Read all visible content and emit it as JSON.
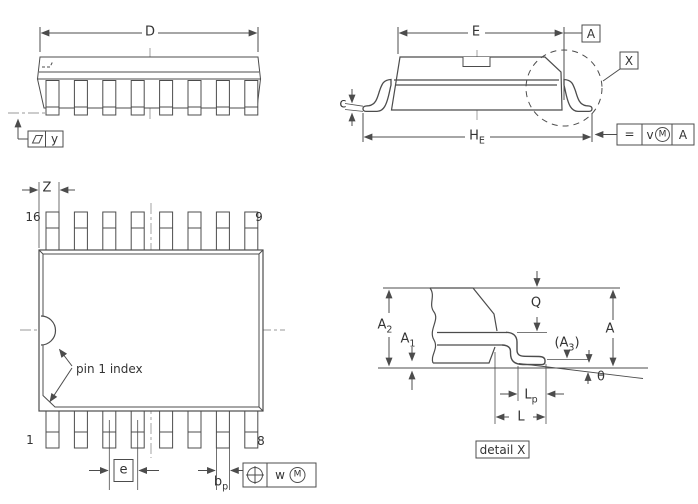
{
  "colors": {
    "background": "#ffffff",
    "line": "#4c4c4c",
    "text": "#333333",
    "centerline": "#999999"
  },
  "side_view": {
    "dim_d": "D",
    "datum_y": "y"
  },
  "end_view": {
    "dim_e": "E",
    "datum_a": "A",
    "detail_ref": "X",
    "dim_c": "c",
    "dim_he": {
      "main": "H",
      "sub": "E"
    },
    "tolerance_frame": {
      "symbol": "=",
      "value": "v",
      "modifier": "M",
      "datum": "A"
    }
  },
  "top_view": {
    "dim_z": "Z",
    "pin_16": "16",
    "pin_9": "9",
    "pin_1": "1",
    "pin_8": "8",
    "pin1_index": "pin 1 index",
    "dim_e": "e",
    "dim_bp": {
      "main": "b",
      "sub": "p"
    },
    "tolerance_frame": {
      "value": "w",
      "modifier": "M"
    }
  },
  "detail_view": {
    "dim_a2": {
      "main": "A",
      "sub": "2"
    },
    "dim_a1": {
      "main": "A",
      "sub": "1"
    },
    "dim_q": "Q",
    "dim_a3": {
      "prefix": "(A",
      "sub": "3",
      "suffix": ")"
    },
    "dim_a": "A",
    "dim_theta": "θ",
    "dim_lp": {
      "main": "L",
      "sub": "p"
    },
    "dim_l": "L",
    "caption": "detail X"
  }
}
